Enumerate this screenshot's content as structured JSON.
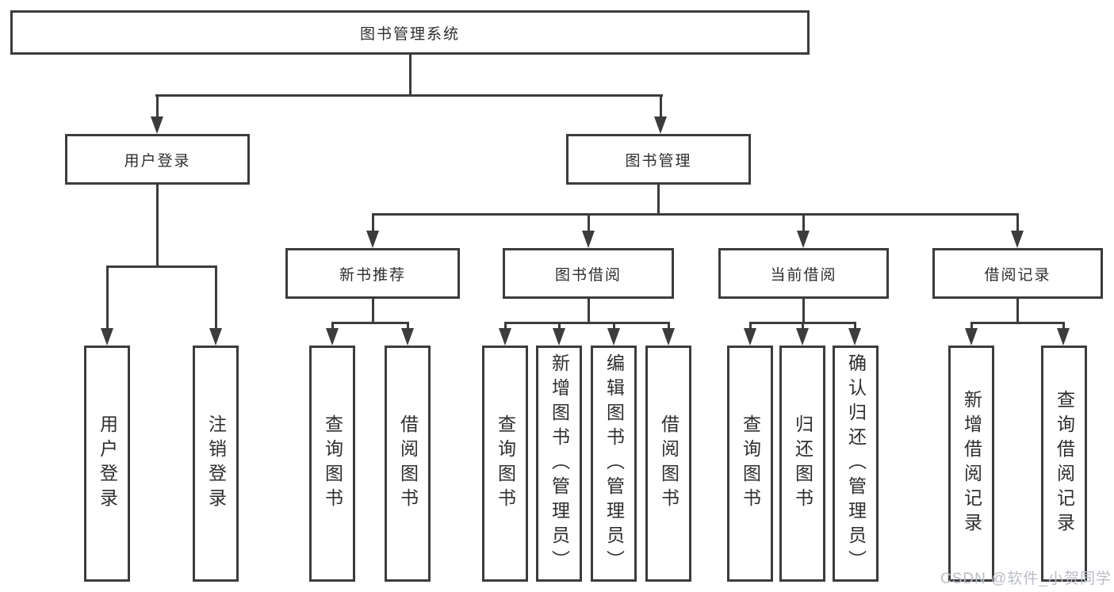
{
  "colors": {
    "line": "#3c3c3c",
    "text": "#2e2e2e",
    "watermark": "#b9bdc4",
    "background": "#ffffff"
  },
  "tree": {
    "root": "图书管理系统",
    "branches": [
      {
        "label": "用户登录",
        "children": [
          "用户登录",
          "注销登录"
        ]
      },
      {
        "label": "图书管理",
        "sections": [
          {
            "label": "新书推荐",
            "children": [
              "查询图书",
              "借阅图书"
            ]
          },
          {
            "label": "图书借阅",
            "children": [
              "查询图书",
              "新增图书（管理员）",
              "编辑图书（管理员）",
              "借阅图书"
            ]
          },
          {
            "label": "当前借阅",
            "children": [
              "查询图书",
              "归还图书",
              "确认归还（管理员）"
            ]
          },
          {
            "label": "借阅记录",
            "children": [
              "新增借阅记录",
              "查询借阅记录"
            ]
          }
        ]
      }
    ]
  },
  "watermark": "CSDN @软件_小贺同学"
}
